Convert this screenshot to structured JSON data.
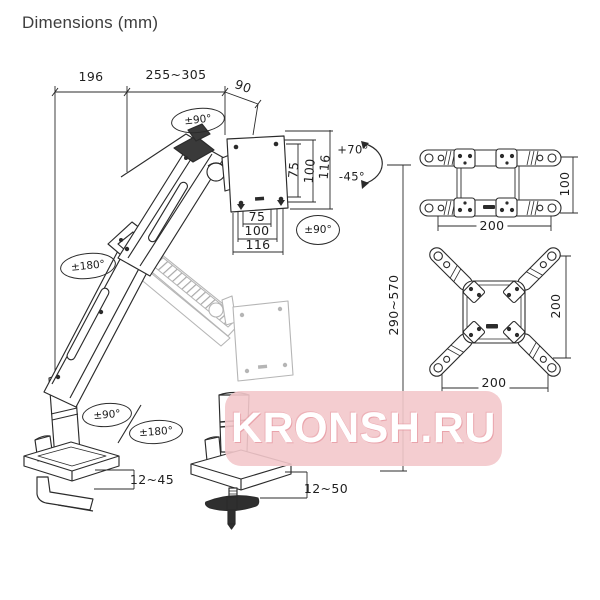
{
  "title": "Dimensions (mm)",
  "watermark": "KRONSH.RU",
  "colors": {
    "line": "#2b2b2b",
    "ghost": "#b5b5b5",
    "watermark_bg": "#f3c8cb",
    "watermark_text": "#ffffff"
  },
  "dims": {
    "reach_left": "196",
    "reach_range": "255~305",
    "head_depth": "90",
    "vesa_right_75": "75",
    "vesa_right_100": "100",
    "vesa_right_116": "116",
    "vesa_bottom_75": "75",
    "vesa_bottom_100": "100",
    "vesa_bottom_116": "116",
    "height_range": "290~570",
    "adapter_wide_height": "100",
    "adapter_wide_width": "200",
    "adapter_x_height": "200",
    "adapter_x_width": "200",
    "clamp_range": "12~45",
    "grommet_range": "12~50"
  },
  "angles": {
    "head_swivel": "±90°",
    "vesa_rotation": "±90°",
    "elbow_swivel": "±180°",
    "tilt_up": "+70°",
    "tilt_down": "-45°",
    "base_swivel": "±90°",
    "base_rotation": "±180°"
  }
}
